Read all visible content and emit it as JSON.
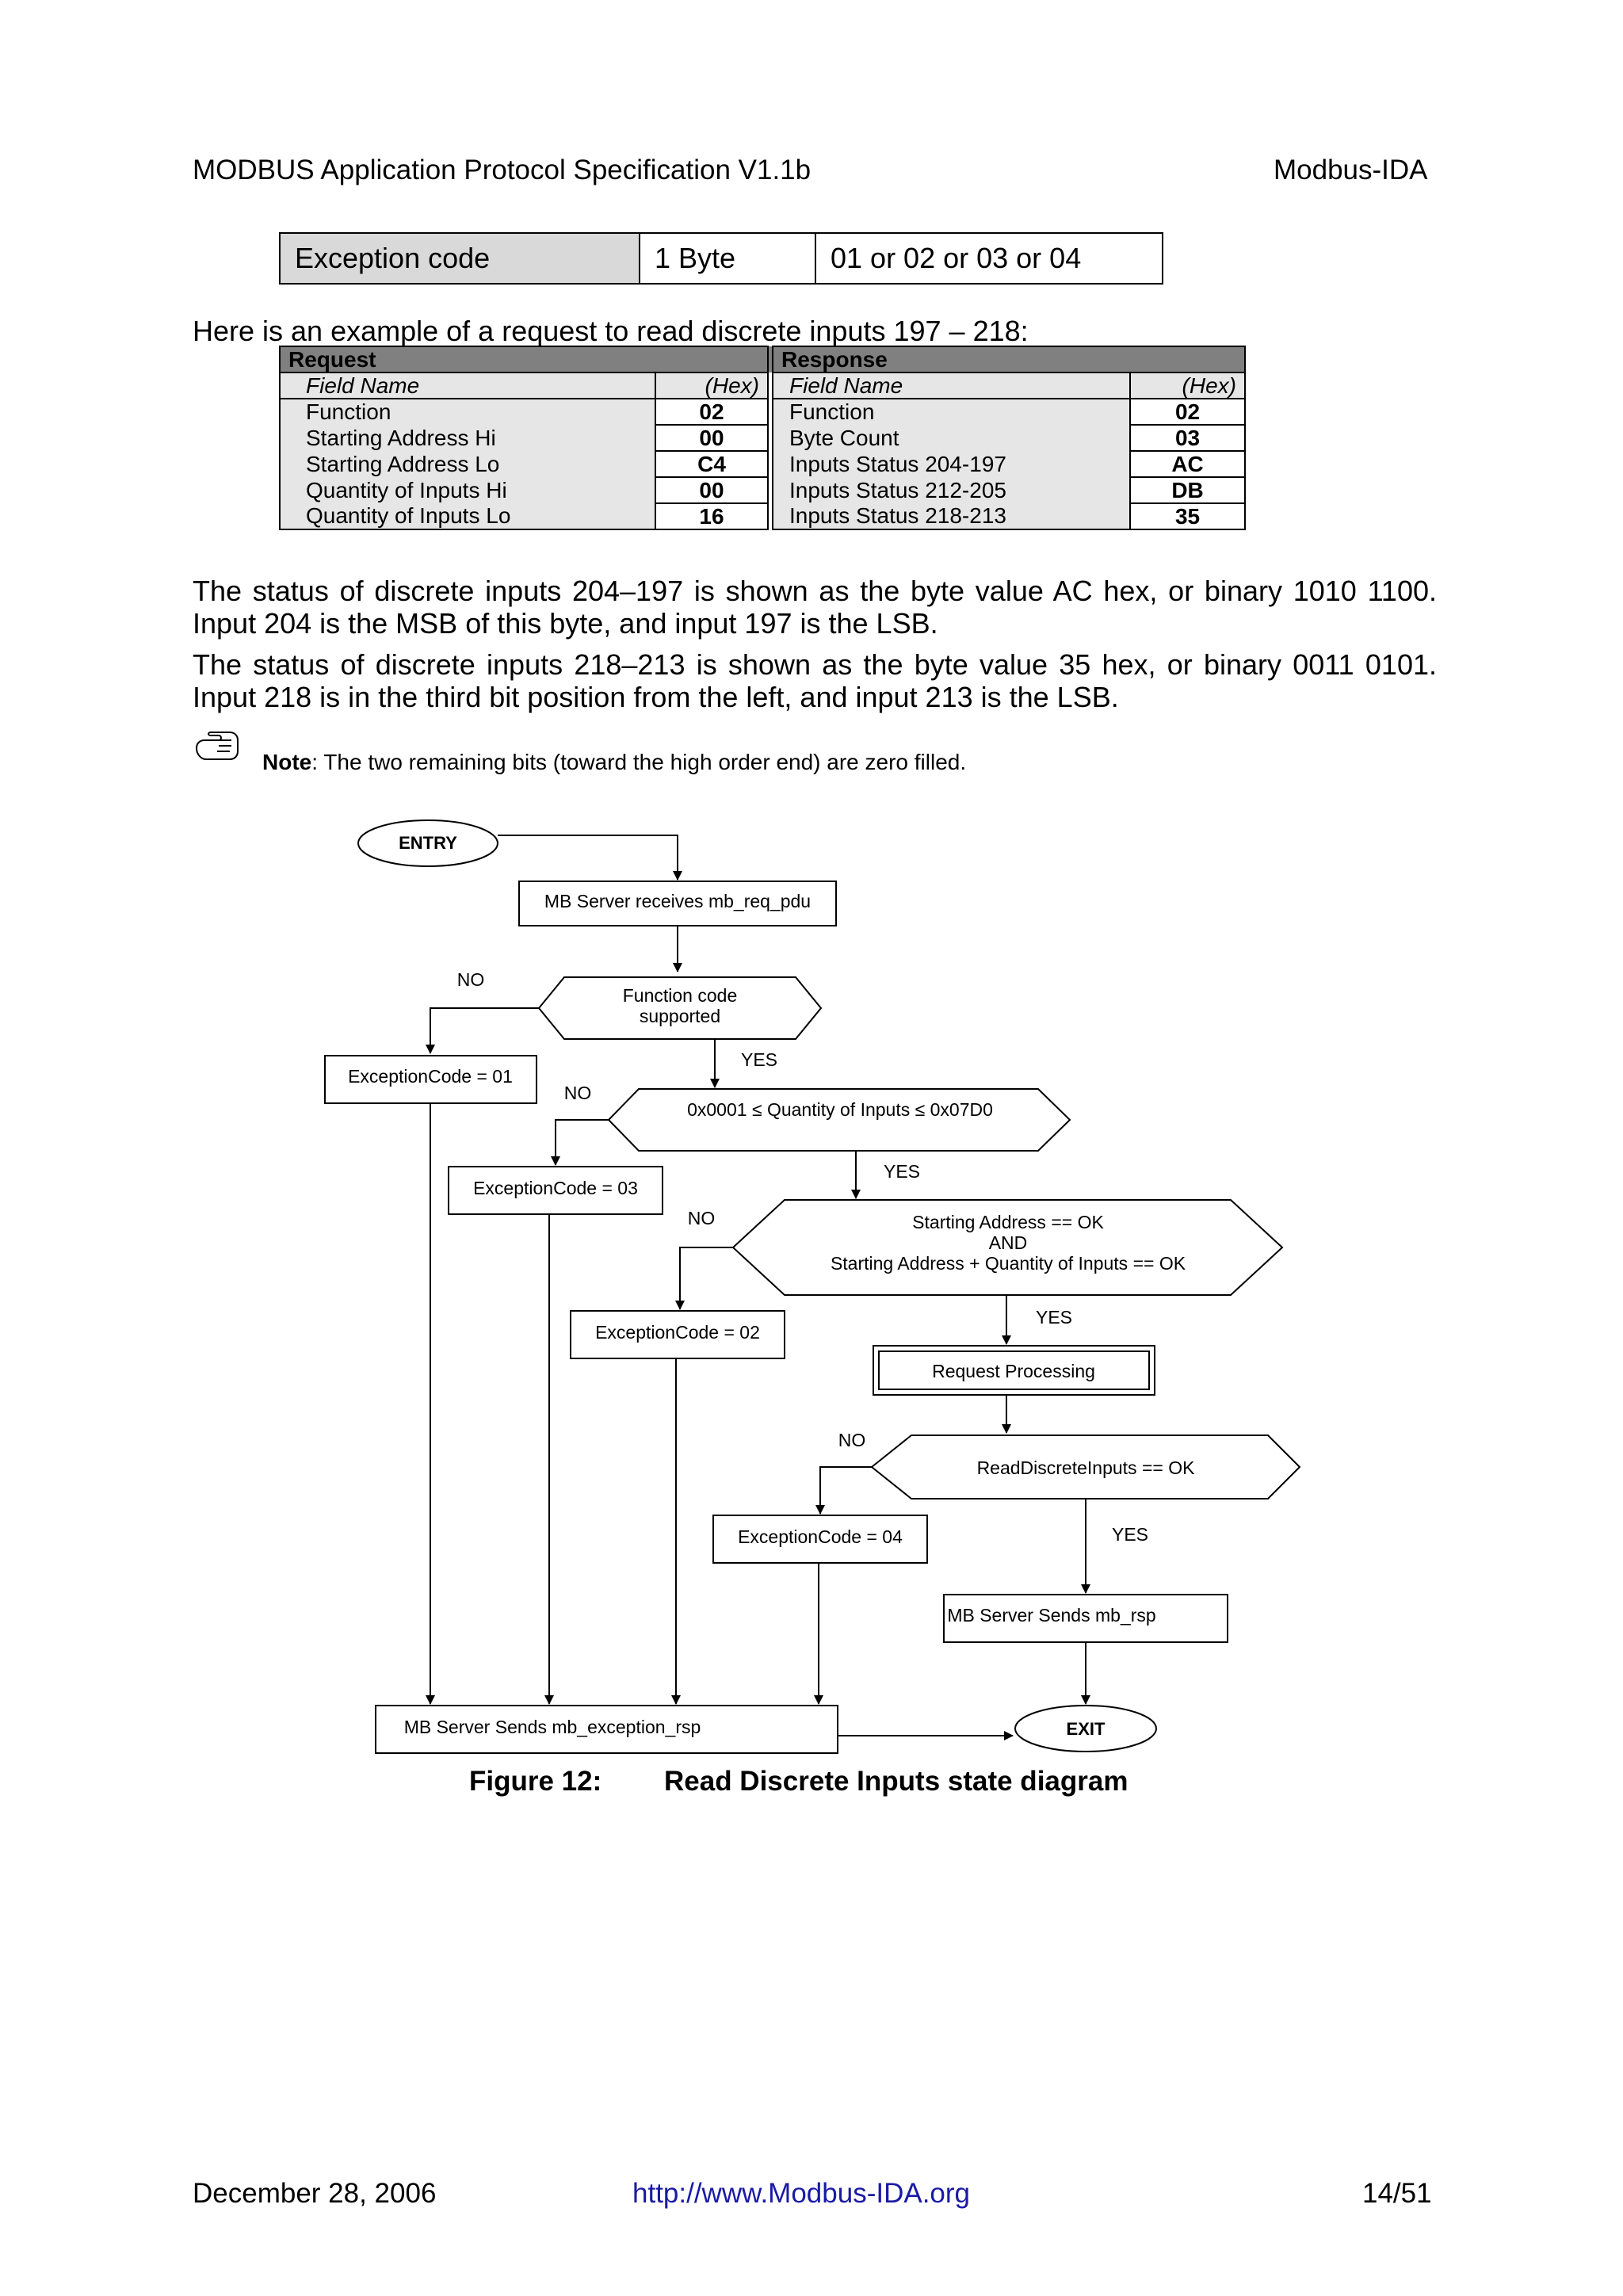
{
  "header": {
    "title": "MODBUS Application Protocol Specification V1.1b",
    "org": "Modbus-IDA"
  },
  "exception_row": {
    "name": "Exception code",
    "size": "1 Byte",
    "values": "01 or 02 or 03 or 04"
  },
  "intro": "Here is an example of a request to read discrete inputs 197 – 218:",
  "example_table": {
    "request_title": "Request",
    "response_title": "Response",
    "field_name_header": "Field Name",
    "hex_header": "(Hex)",
    "request_rows": [
      {
        "name": "Function",
        "hex": "02"
      },
      {
        "name": "Starting Address Hi",
        "hex": "00"
      },
      {
        "name": "Starting Address Lo",
        "hex": "C4"
      },
      {
        "name": "Quantity of Inputs Hi",
        "hex": "00"
      },
      {
        "name": "Quantity of Inputs Lo",
        "hex": "16"
      }
    ],
    "response_rows": [
      {
        "name": "Function",
        "hex": "02"
      },
      {
        "name": "Byte Count",
        "hex": "03"
      },
      {
        "name": "Inputs Status 204-197",
        "hex": "AC"
      },
      {
        "name": "Inputs Status 212-205",
        "hex": "DB"
      },
      {
        "name": "Inputs Status 218-213",
        "hex": "35"
      }
    ]
  },
  "paragraphs": [
    "The status of discrete inputs 204–197 is shown as the byte value AC hex, or binary 1010 1100. Input 204 is the MSB of this byte, and input 197 is the LSB.",
    "The status of discrete inputs 218–213 is shown as the byte value 35 hex, or binary 0011 0101. Input 218 is in the third bit position from the left, and input 213 is the LSB."
  ],
  "note": {
    "label": "Note",
    "text": ": The two remaining bits (toward the high order end) are zero filled."
  },
  "flowchart": {
    "entry": "ENTRY",
    "receive": "MB Server receives mb_req_pdu",
    "check_fc": [
      "Function code",
      "supported"
    ],
    "check_qty": "0x0001 ≤ Quantity of Inputs ≤ 0x07D0",
    "check_addr": [
      "Starting Address == OK",
      "AND",
      "Starting Address + Quantity of Inputs == OK"
    ],
    "processing": "Request Processing",
    "check_read": "ReadDiscreteInputs == OK",
    "exc_01": "ExceptionCode = 01",
    "exc_03": "ExceptionCode = 03",
    "exc_02": "ExceptionCode = 02",
    "exc_04": "ExceptionCode = 04",
    "send_rsp": "MB Server Sends mb_rsp",
    "send_exc": "MB Server Sends mb_exception_rsp",
    "exit": "EXIT",
    "yes": "YES",
    "no": "NO"
  },
  "figure": {
    "number": "Figure 12:",
    "title": "Read Discrete Inputs state diagram"
  },
  "footer": {
    "date": "December 28, 2006",
    "url": "http://www.Modbus-IDA.org",
    "page": "14/51"
  }
}
